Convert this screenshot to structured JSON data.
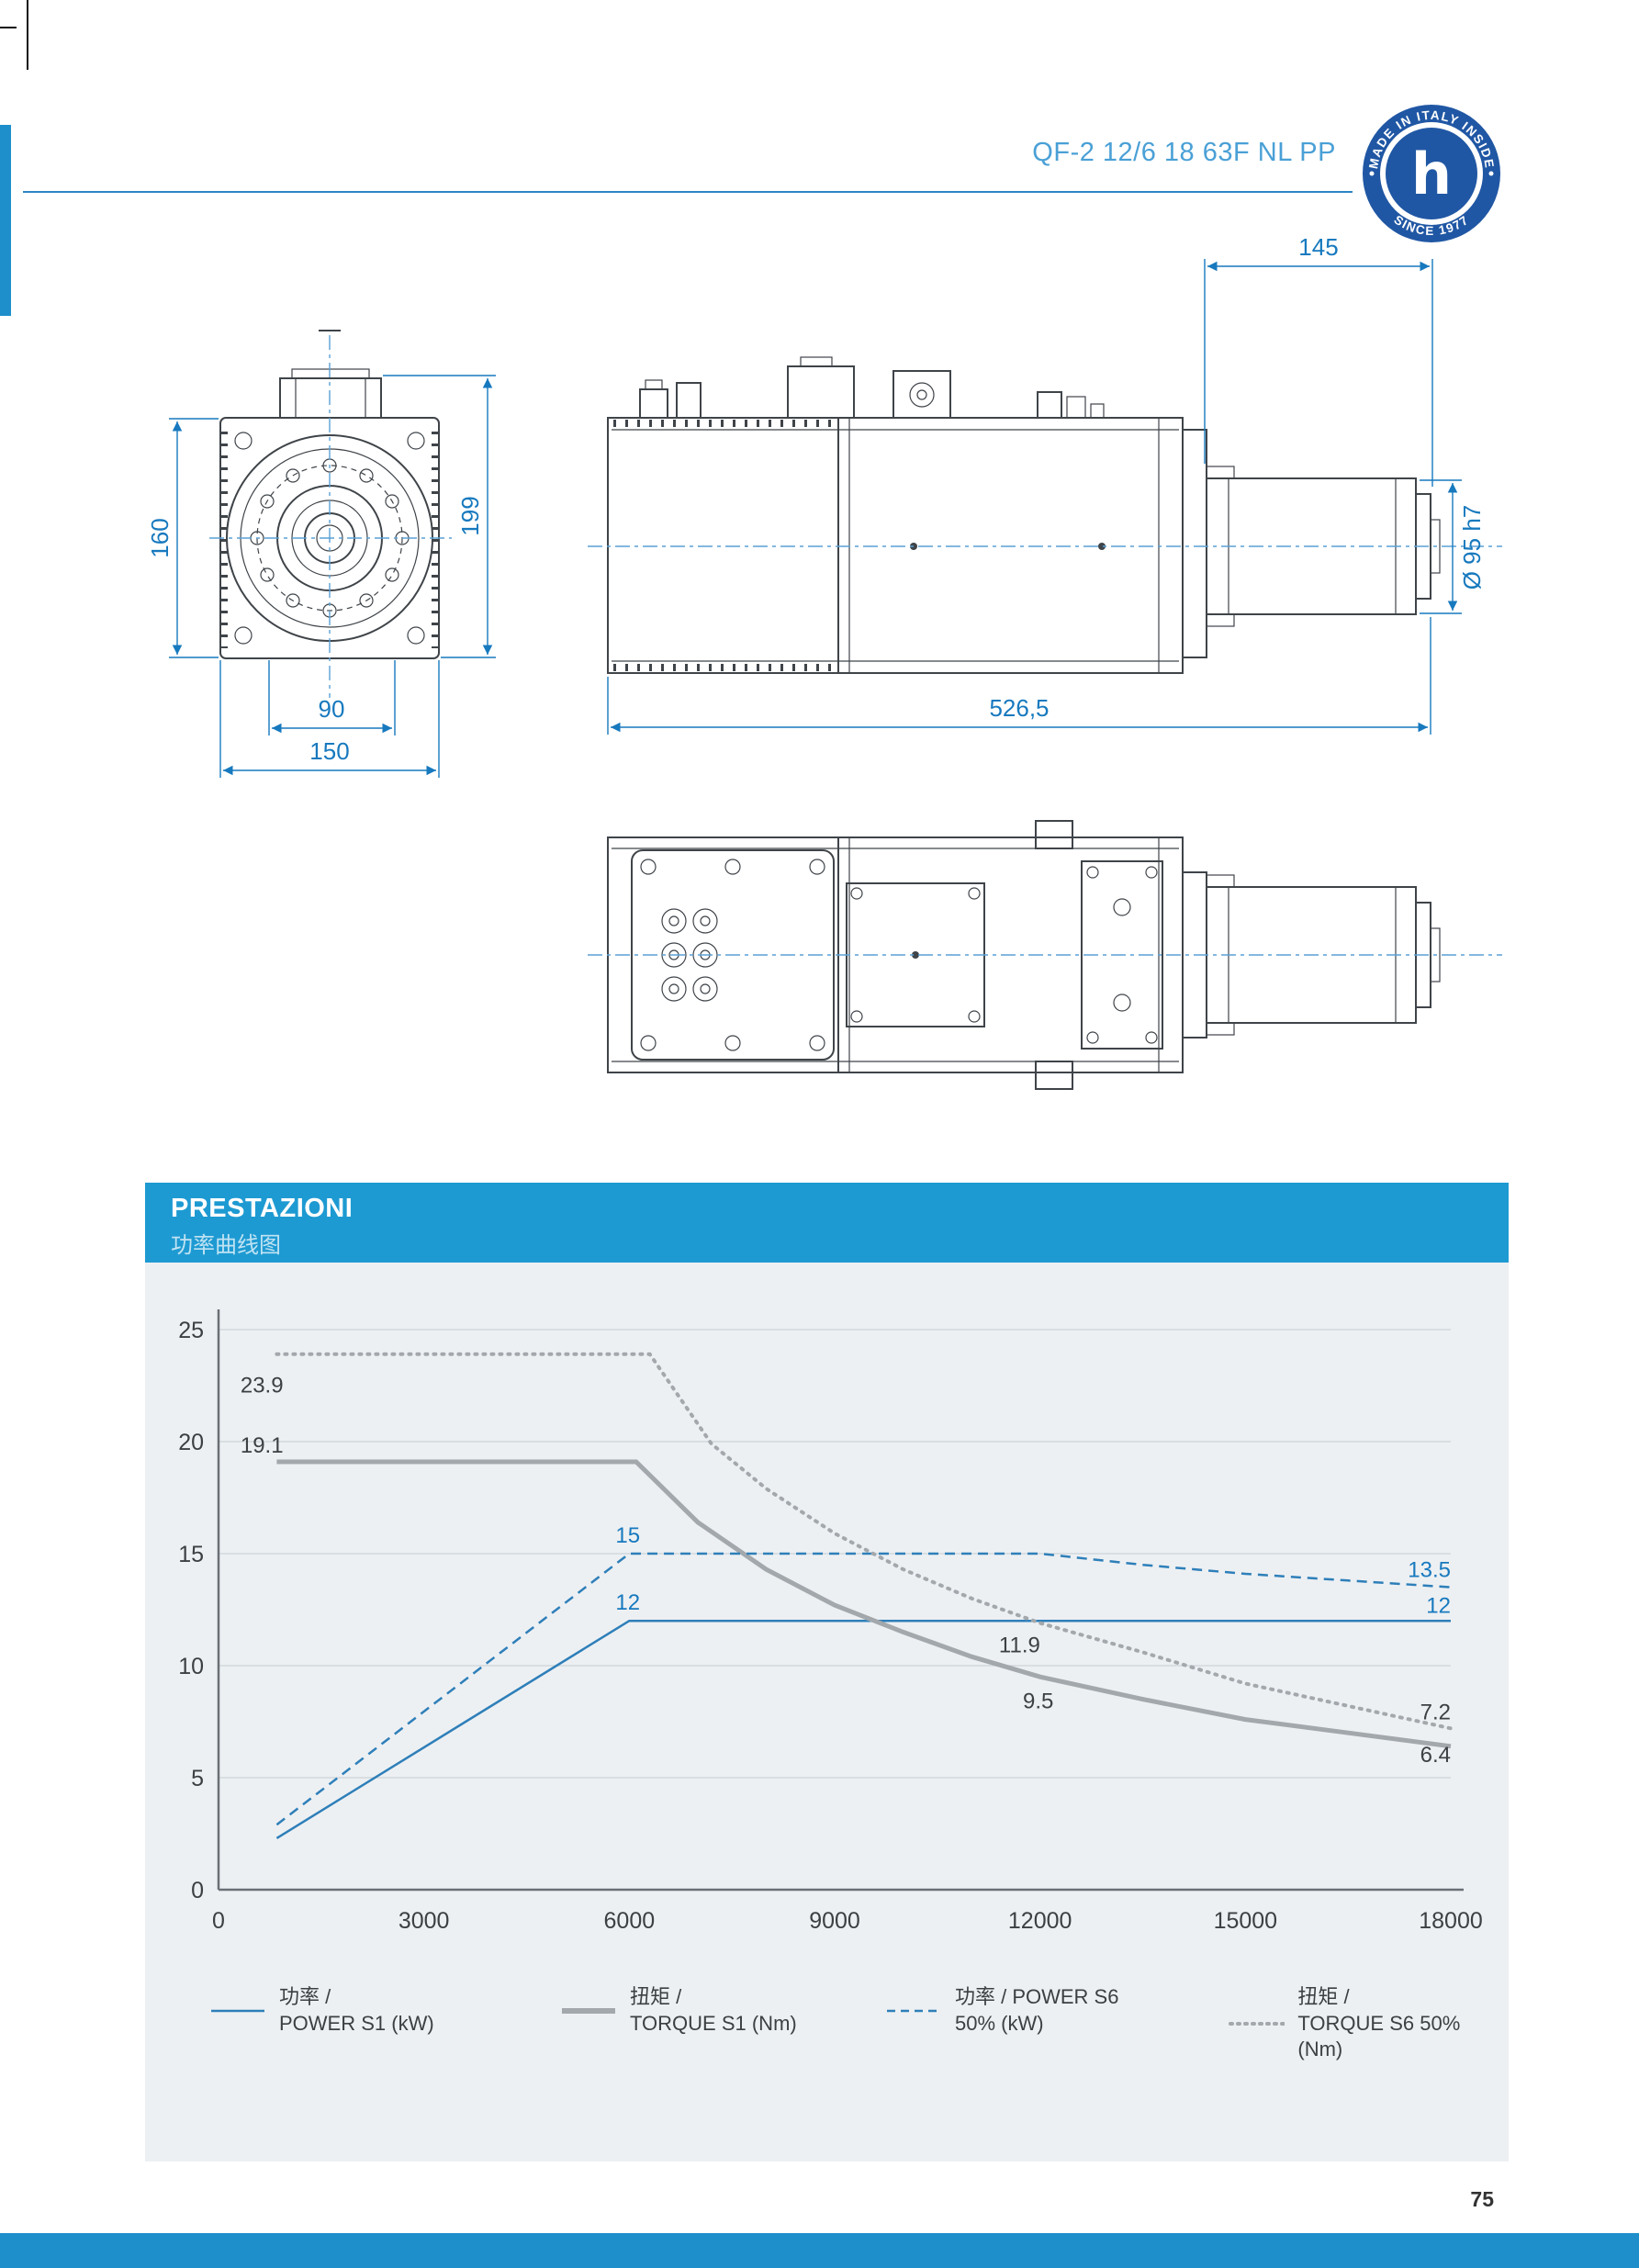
{
  "page": {
    "header_title": "QF-2 12/6 18 63F NL PP",
    "page_number": "75"
  },
  "badge": {
    "top_text": "MADE IN ITALY INSIDE",
    "bottom_text": "SINCE 1977",
    "letter": "h"
  },
  "drawings": {
    "front_view": {
      "dim_height_left": "160",
      "dim_height_right": "199",
      "dim_width_inner": "90",
      "dim_width_outer": "150"
    },
    "side_view": {
      "dim_shaft_length": "145",
      "dim_shaft_diameter": "Ø 95 h7",
      "dim_total_length": "526,5"
    }
  },
  "chart_section": {
    "title": "PRESTAZIONI",
    "subtitle": "功率曲线图"
  },
  "chart_data": {
    "type": "line",
    "title": "PRESTAZIONI / 功率曲线图",
    "xlabel": "",
    "ylabel": "",
    "xlim": [
      0,
      18000
    ],
    "ylim": [
      0,
      25
    ],
    "x_ticks": [
      0,
      3000,
      6000,
      9000,
      12000,
      15000,
      18000
    ],
    "y_ticks": [
      0,
      5,
      10,
      15,
      20,
      25
    ],
    "grid": "horizontal",
    "legend_position": "bottom",
    "series": [
      {
        "name": "POWER S1 (kW)",
        "legend_line1": "功率 /",
        "legend_line2": "POWER S1 (kW)",
        "style": "solid-thin",
        "color": "#2e7fb9",
        "points": [
          [
            850,
            2.3
          ],
          [
            6000,
            12
          ],
          [
            18000,
            12
          ]
        ]
      },
      {
        "name": "TORQUE S1 (Nm)",
        "legend_line1": "扭矩 /",
        "legend_line2": "TORQUE S1 (Nm)",
        "style": "solid-thick",
        "color": "#a3a8ac",
        "points": [
          [
            850,
            19.1
          ],
          [
            6100,
            19.1
          ],
          [
            7000,
            16.4
          ],
          [
            8000,
            14.3
          ],
          [
            9000,
            12.7
          ],
          [
            10000,
            11.5
          ],
          [
            11000,
            10.4
          ],
          [
            12000,
            9.5
          ],
          [
            13500,
            8.5
          ],
          [
            15000,
            7.6
          ],
          [
            16500,
            7.0
          ],
          [
            18000,
            6.4
          ]
        ]
      },
      {
        "name": "POWER S6 50% (kW)",
        "legend_line1": "功率 / POWER S6",
        "legend_line2": "50% (kW)",
        "style": "dashed",
        "color": "#2e7fb9",
        "points": [
          [
            850,
            2.9
          ],
          [
            6000,
            15
          ],
          [
            12000,
            15
          ],
          [
            13500,
            14.5
          ],
          [
            15000,
            14.1
          ],
          [
            16500,
            13.8
          ],
          [
            18000,
            13.5
          ]
        ]
      },
      {
        "name": "TORQUE S6 50% (Nm)",
        "legend_line1": "扭矩 /",
        "legend_line2": "TORQUE S6 50% (Nm)",
        "style": "dotted",
        "color": "#a3a8ac",
        "points": [
          [
            850,
            23.9
          ],
          [
            6300,
            23.9
          ],
          [
            7200,
            19.9
          ],
          [
            8000,
            17.9
          ],
          [
            9000,
            15.9
          ],
          [
            10000,
            14.3
          ],
          [
            11000,
            13.0
          ],
          [
            12000,
            11.9
          ],
          [
            13500,
            10.6
          ],
          [
            15000,
            9.2
          ],
          [
            16500,
            8.2
          ],
          [
            18000,
            7.2
          ]
        ]
      }
    ],
    "annotations": [
      {
        "text": "23.9",
        "x": 320,
        "y": 22.2,
        "color": "dark",
        "align": "start"
      },
      {
        "text": "19.1",
        "x": 320,
        "y": 19.5,
        "color": "dark",
        "align": "start"
      },
      {
        "text": "15",
        "x": 5800,
        "y": 15.5,
        "color": "blue",
        "align": "start"
      },
      {
        "text": "12",
        "x": 5800,
        "y": 12.5,
        "color": "blue",
        "align": "start"
      },
      {
        "text": "11.9",
        "x": 11400,
        "y": 10.6,
        "color": "dark",
        "align": "start"
      },
      {
        "text": "9.5",
        "x": 11750,
        "y": 8.1,
        "color": "dark",
        "align": "start"
      },
      {
        "text": "13.5",
        "x": 18000,
        "y": 13.95,
        "color": "blue",
        "align": "end"
      },
      {
        "text": "12",
        "x": 18000,
        "y": 12.35,
        "color": "blue",
        "align": "end"
      },
      {
        "text": "7.2",
        "x": 18000,
        "y": 7.6,
        "color": "dark",
        "align": "end"
      },
      {
        "text": "6.4",
        "x": 18000,
        "y": 5.7,
        "color": "dark",
        "align": "end"
      }
    ]
  },
  "colors": {
    "accent_blue": "#1779be",
    "panel_header_blue": "#1e9ad2",
    "panel_background": "#edf0f3",
    "curve_blue": "#2e7fb9",
    "curve_gray": "#a3a8ac",
    "header_text_blue": "#4aa0d6",
    "badge_blue": "#2057a4",
    "bottom_bar_blue": "#1e8fcb"
  }
}
